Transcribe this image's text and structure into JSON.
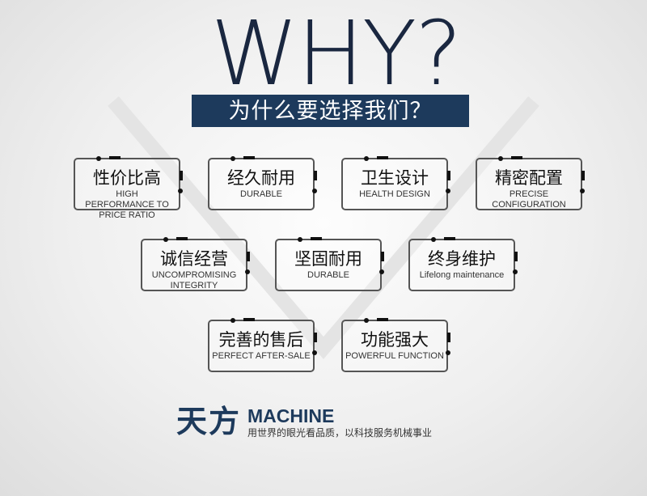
{
  "header": {
    "title": "WHY?",
    "subtitle": "为什么要选择我们？"
  },
  "features": [
    {
      "cn": "性价比高",
      "en": "HIGH PERFORMANCE TO PRICE RATIO"
    },
    {
      "cn": "经久耐用",
      "en": "DURABLE"
    },
    {
      "cn": "卫生设计",
      "en": "HEALTH DESIGN"
    },
    {
      "cn": "精密配置",
      "en": "PRECISE CONFIGURATION"
    },
    {
      "cn": "诚信经营",
      "en": "UNCOMPROMISING INTEGRITY"
    },
    {
      "cn": "坚固耐用",
      "en": "DURABLE"
    },
    {
      "cn": "终身维护",
      "en": "Lifelong maintenance"
    },
    {
      "cn": "完善的售后",
      "en": "PERFECT AFTER-SALE"
    },
    {
      "cn": "功能强大",
      "en": "POWERFUL FUNCTION"
    }
  ],
  "brand": {
    "cn": "天方",
    "en": "MACHINE",
    "slogan": "用世界的眼光看品质，以科技服务机械事业"
  },
  "colors": {
    "navy": "#1d3a5c"
  }
}
